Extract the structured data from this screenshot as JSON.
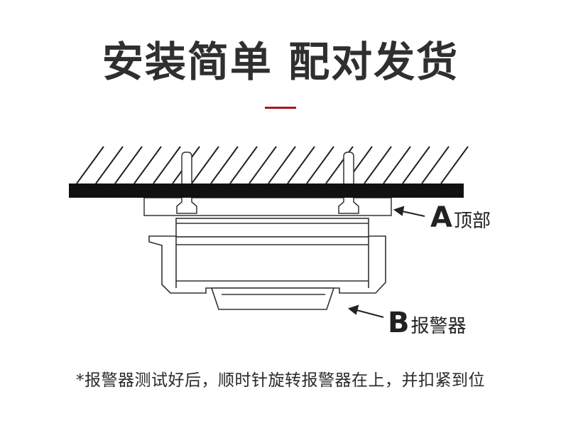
{
  "header": {
    "title": "安装简单 配对发货",
    "accent_color": "#a8171c"
  },
  "diagram": {
    "label_a": {
      "letter": "A",
      "text": "顶部"
    },
    "label_b": {
      "letter": "B",
      "text": "报警器"
    }
  },
  "footnote": {
    "text": "*报警器测试好后，顺时针旋转报警器在上，并扣紧到位"
  }
}
